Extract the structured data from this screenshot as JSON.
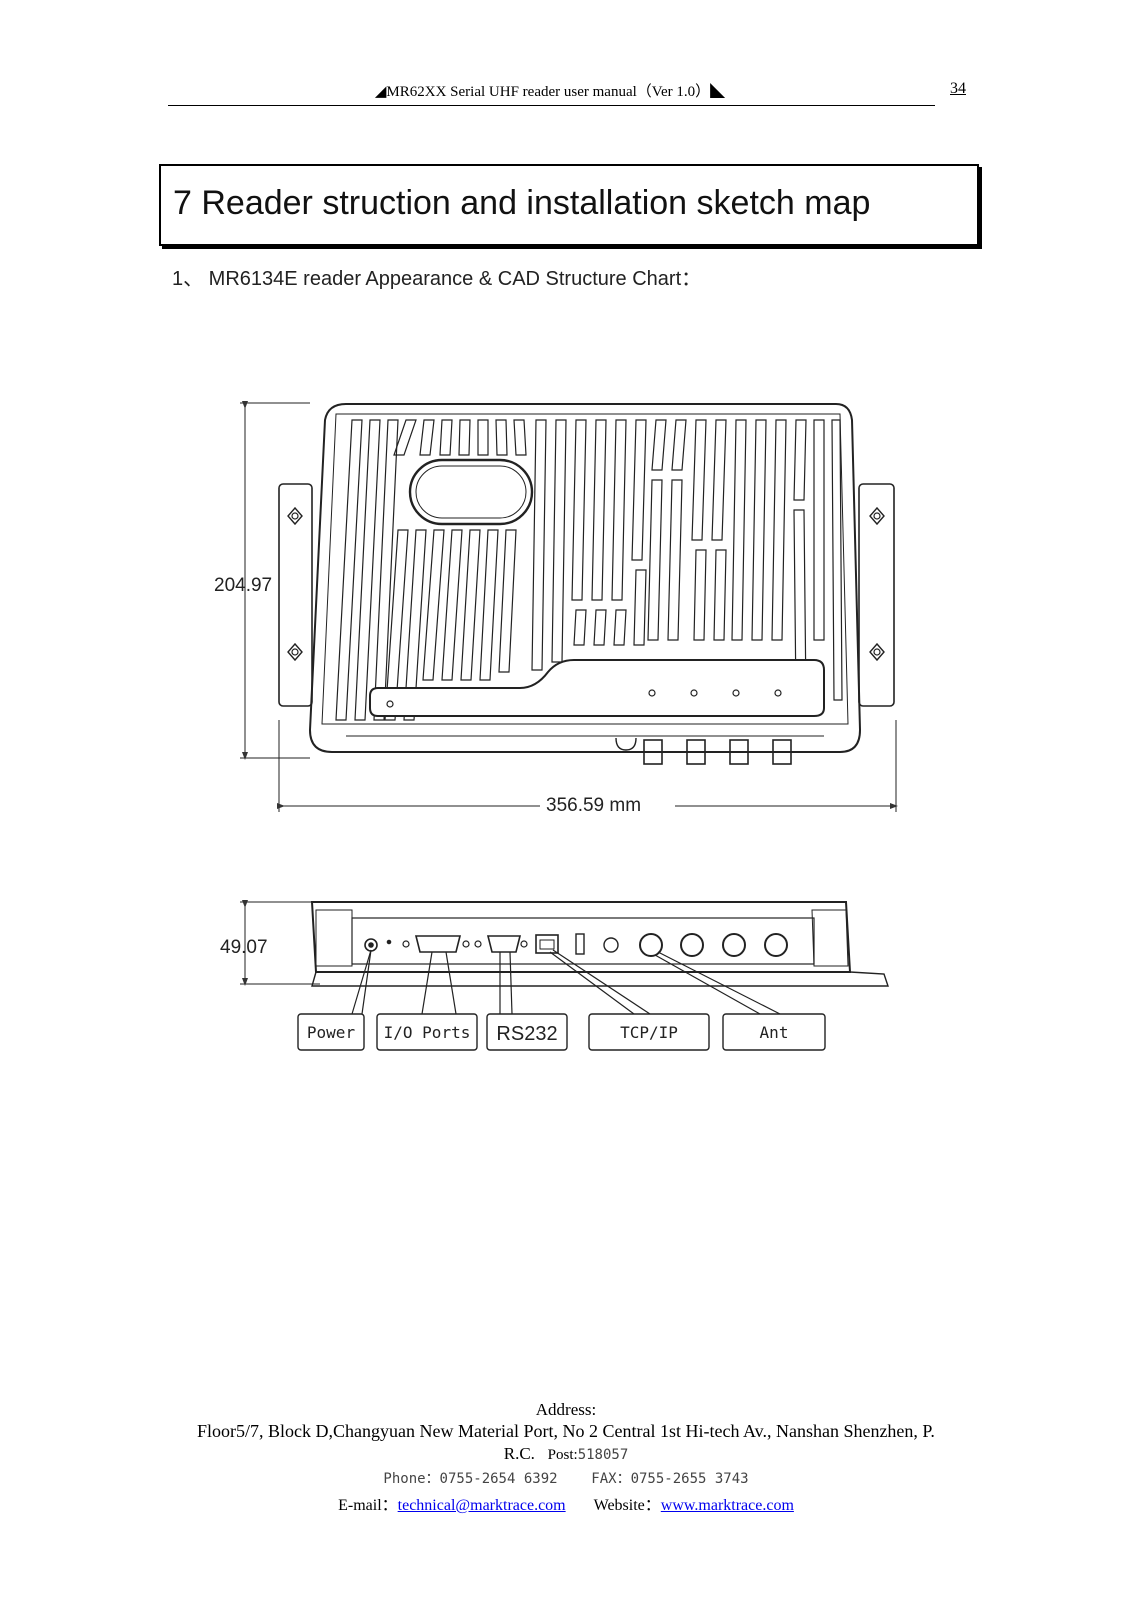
{
  "header": {
    "left_marker": "◢",
    "title": "MR62XX Serial UHF reader user manual（Ver 1.0）",
    "right_marker": "◣",
    "page_number": "34"
  },
  "section": {
    "title": "7 Reader struction and installation sketch map",
    "subheading": "1、 MR6134E reader Appearance & CAD Structure Chart："
  },
  "top_view": {
    "height_dim": "204.97",
    "width_dim": "356.59 mm"
  },
  "front_view": {
    "height_dim": "49.07",
    "labels": {
      "power": "Power",
      "io": "I/O Ports",
      "rs232": "RS232",
      "tcpip": "TCP/IP",
      "ant": "Ant"
    }
  },
  "footer": {
    "address_label": "Address:",
    "address_line1": "Floor5/7, Block D,Changyuan New  Material Port, No 2 Central 1st Hi-tech Av., Nanshan Shenzhen, P.",
    "address_line2": "R.C.",
    "post_label": "Post:",
    "post_code": "518057",
    "phone": "Phone：0755-2654 6392",
    "fax": "FAX：0755-2655 3743",
    "email_label": "E-mail：",
    "email": "technical@marktrace.com",
    "website_label": "Website：",
    "website": "www.marktrace.com"
  }
}
